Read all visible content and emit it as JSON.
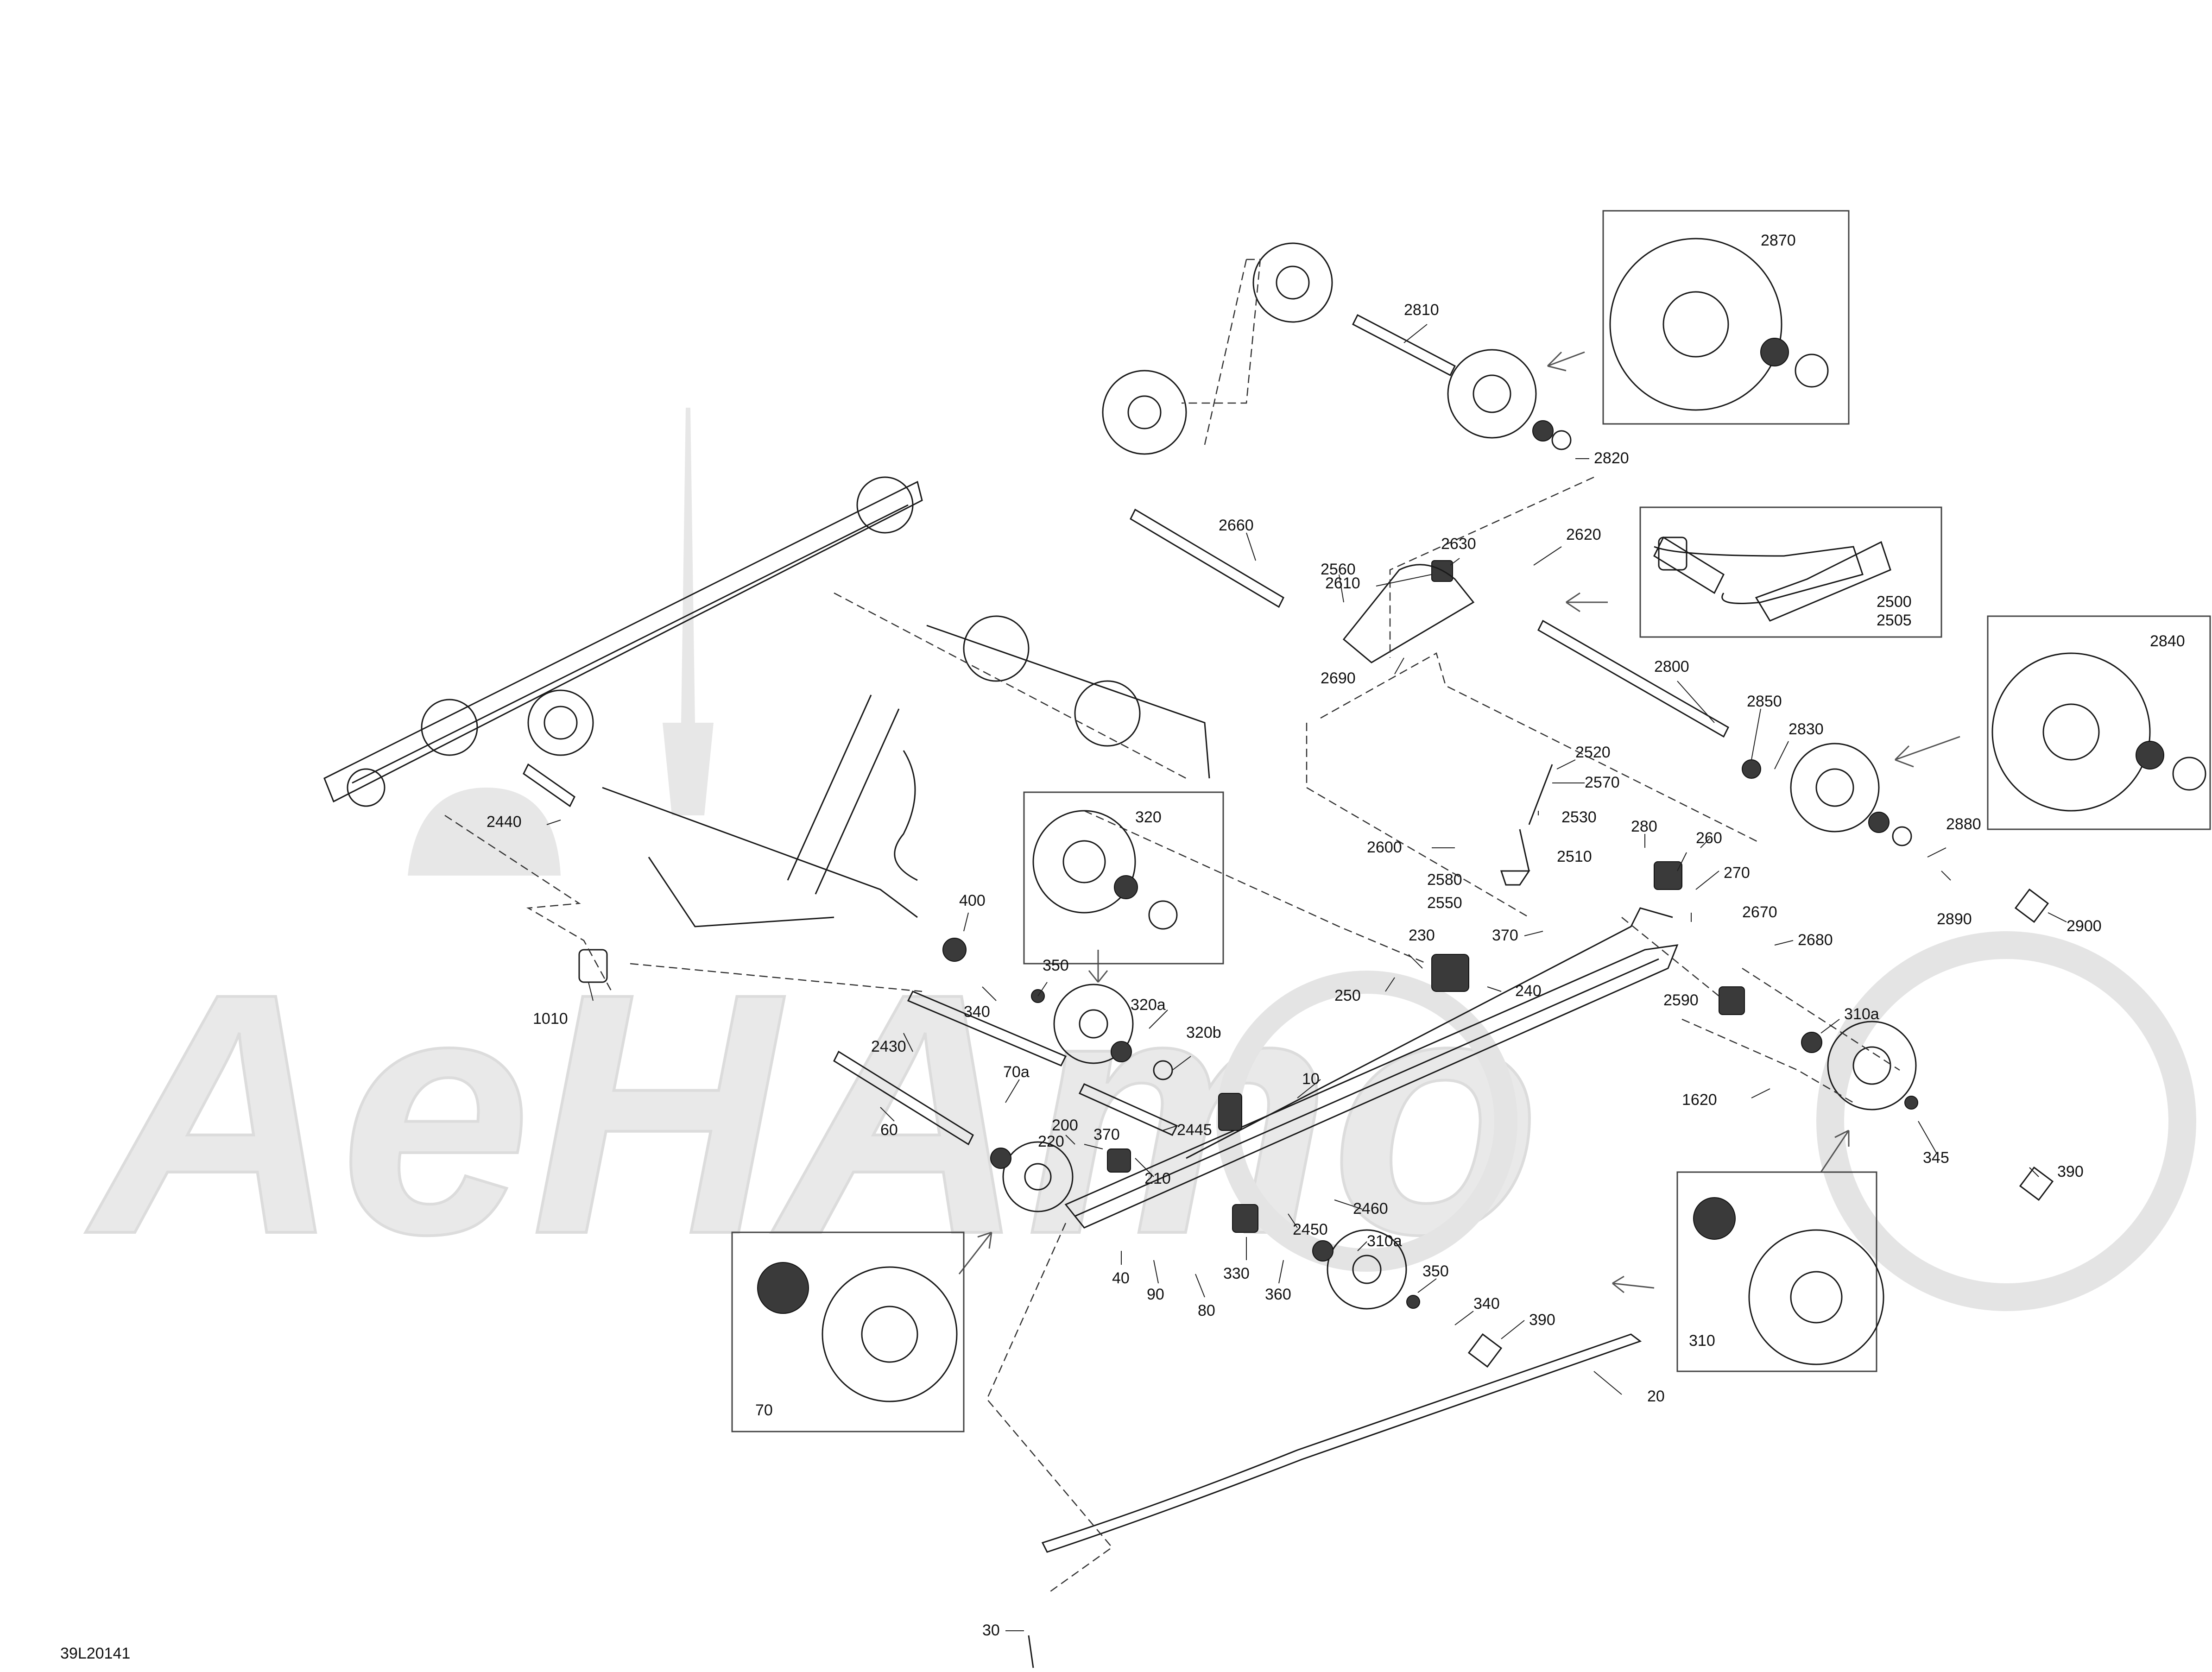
{
  "diagram_code": "39L20141",
  "watermark_text": "AeHAmo",
  "callouts": [
    "10",
    "20",
    "30",
    "40",
    "60",
    "70",
    "70a",
    "80",
    "90",
    "200",
    "210",
    "220",
    "230",
    "240",
    "250",
    "260",
    "270",
    "280",
    "310",
    "310a",
    "320",
    "320a",
    "320b",
    "330",
    "340",
    "345",
    "350",
    "360",
    "370",
    "390",
    "400",
    "1010",
    "1620",
    "2430",
    "2440",
    "2445",
    "2450",
    "2460",
    "2500",
    "2505",
    "2510",
    "2520",
    "2530",
    "2550",
    "2560",
    "2570",
    "2580",
    "2590",
    "2600",
    "2610",
    "2620",
    "2630",
    "2660",
    "2670",
    "2680",
    "2690",
    "2800",
    "2810",
    "2820",
    "2830",
    "2840",
    "2850",
    "2870",
    "2880",
    "2890",
    "2900"
  ],
  "labels": {
    "l2870": "2870",
    "l2810": "2810",
    "l2820": "2820",
    "l2660": "2660",
    "l2630": "2630",
    "l2620": "2620",
    "l2560": "2560",
    "l2610": "2610",
    "l2500": "2500",
    "l2505": "2505",
    "l2690": "2690",
    "l2800": "2800",
    "l2840": "2840",
    "l2850": "2850",
    "l2830": "2830",
    "l2520": "2520",
    "l2570": "2570",
    "l2530": "2530",
    "l2510": "2510",
    "l280": "280",
    "l260": "260",
    "l270": "270",
    "l2880": "2880",
    "l2890": "2890",
    "l2900": "2900",
    "l2600": "2600",
    "l2580": "2580",
    "l2550": "2550",
    "l370a": "370",
    "l2670": "2670",
    "l2680": "2680",
    "l320": "320",
    "l2440": "2440",
    "l400": "400",
    "l350a": "350",
    "l340a": "340",
    "l320a": "320a",
    "l320b": "320b",
    "l2430": "2430",
    "l1010": "1010",
    "l230": "230",
    "l250": "250",
    "l240": "240",
    "l2590": "2590",
    "l310a_r": "310a",
    "l1620": "1620",
    "l10": "10",
    "l345": "345",
    "l390a": "390",
    "l60": "60",
    "l70a": "70a",
    "l200": "200",
    "l220": "220",
    "l370b": "370",
    "l2445": "2445",
    "l210": "210",
    "l2460": "2460",
    "l2450": "2450",
    "l310a_c": "310a",
    "l330": "330",
    "l360": "360",
    "l40": "40",
    "l90": "90",
    "l80": "80",
    "l350b": "350",
    "l340b": "340",
    "l390b": "390",
    "l310": "310",
    "l70": "70",
    "l20": "20",
    "l30": "30"
  }
}
